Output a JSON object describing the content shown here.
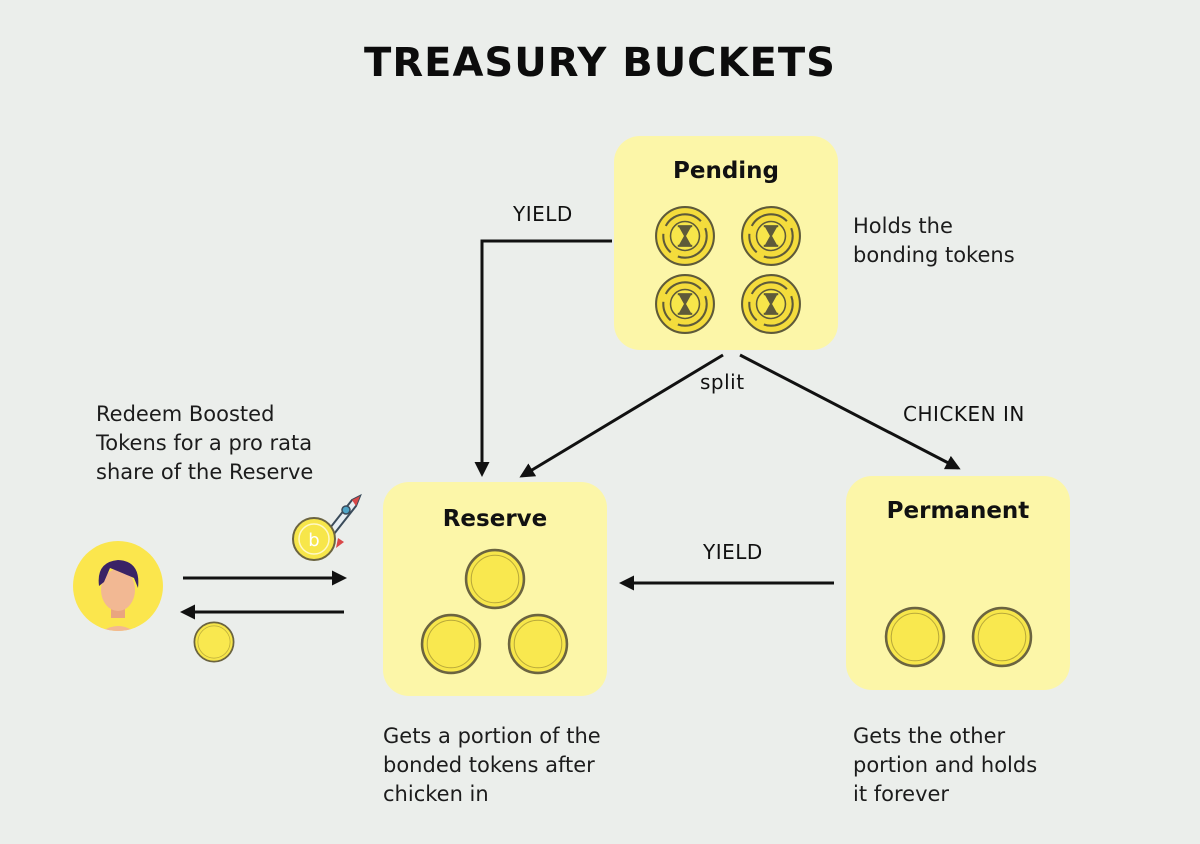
{
  "title": "TREASURY BUCKETS",
  "buckets": {
    "pending": {
      "title": "Pending",
      "description": [
        "Holds the",
        "bonding tokens"
      ]
    },
    "reserve": {
      "title": "Reserve",
      "description": [
        "Gets a portion of the",
        "bonded tokens after",
        "chicken in"
      ]
    },
    "permanent": {
      "title": "Permanent",
      "description": [
        "Gets the other",
        "portion and holds",
        "it forever"
      ]
    }
  },
  "redeem_text": [
    "Redeem Boosted",
    "Tokens for a pro rata",
    "share of the Reserve"
  ],
  "arrow_labels": {
    "yield_top": "YIELD",
    "split": "split",
    "chicken_in": "CHICKEN IN",
    "yield_right": "YIELD"
  },
  "boosted_token_letter": "b",
  "colors": {
    "background": "#ebeeeb",
    "bucket_fill": "#fcf6a8",
    "coin_fill": "#f7e64a",
    "coin_stroke": "#5e5a3a",
    "avatar_bg": "#fbe64d"
  }
}
